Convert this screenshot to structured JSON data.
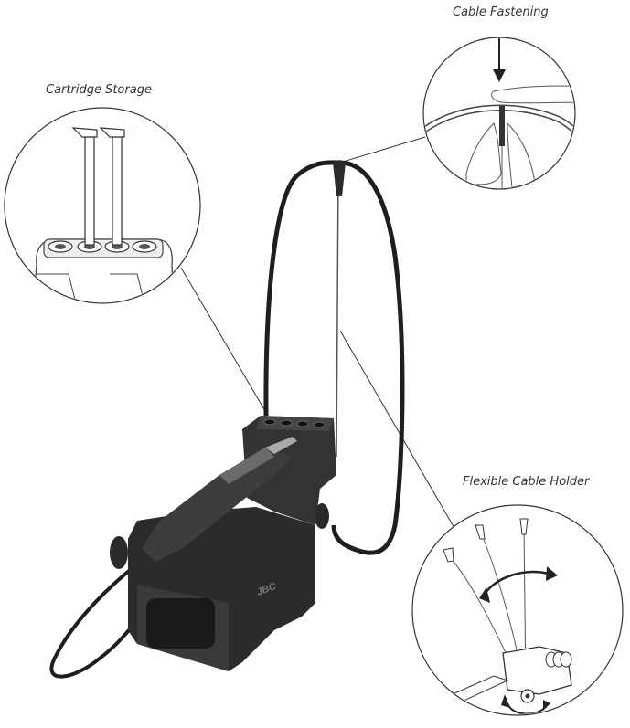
{
  "callouts": {
    "cartridge_storage": "Cartridge Storage",
    "cable_fastening": "Cable Fastening",
    "flexible_cable_holder": "Flexible Cable Holder"
  },
  "station_logo": "JBC",
  "colors": {
    "body": "#2b2b2b",
    "body_light": "#4a4a4a",
    "line": "#222222",
    "outline": "#888888",
    "cable": "#1e1e1e"
  },
  "icons": [
    "arrow-down-icon",
    "rotate-arrow-icon"
  ]
}
